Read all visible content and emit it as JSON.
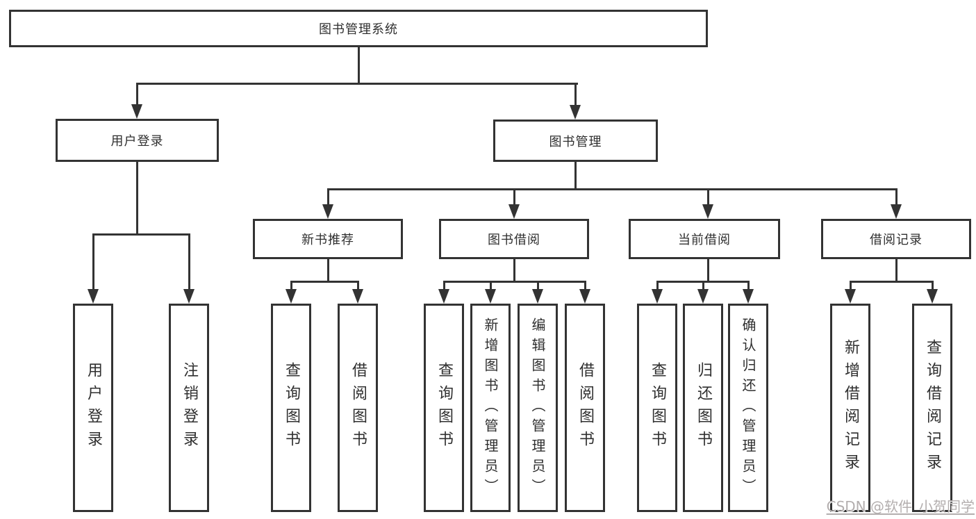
{
  "diagram": {
    "title": "图书管理系统",
    "root": {
      "label": "图书管理系统"
    },
    "level2": {
      "user_login": {
        "label": "用户登录"
      },
      "book_mgmt": {
        "label": "图书管理"
      }
    },
    "level3": {
      "new_book_rec": {
        "label": "新书推荐"
      },
      "book_borrow": {
        "label": "图书借阅"
      },
      "current_borrow": {
        "label": "当前借阅"
      },
      "borrow_record": {
        "label": "借阅记录"
      }
    },
    "leaves": {
      "ul_login": "用户登录",
      "ul_logout": "注销登录",
      "nb_query": "查询图书",
      "nb_borrow": "借阅图书",
      "bb_query": "查询图书",
      "bb_add": "新增图书（管理员）",
      "bb_edit": "编辑图书（管理员）",
      "bb_borrow": "借阅图书",
      "cb_query": "查询图书",
      "cb_return": "归还图书",
      "cb_confirm": "确认归还（管理员）",
      "br_add": "新增借阅记录",
      "br_query": "查询借阅记录"
    }
  },
  "watermark": {
    "text": "CSDN @软件_小贺同学",
    "color": "#b3aeae"
  },
  "colors": {
    "line": "#333333",
    "text": "#2f2f2f",
    "background": "#ffffff"
  }
}
